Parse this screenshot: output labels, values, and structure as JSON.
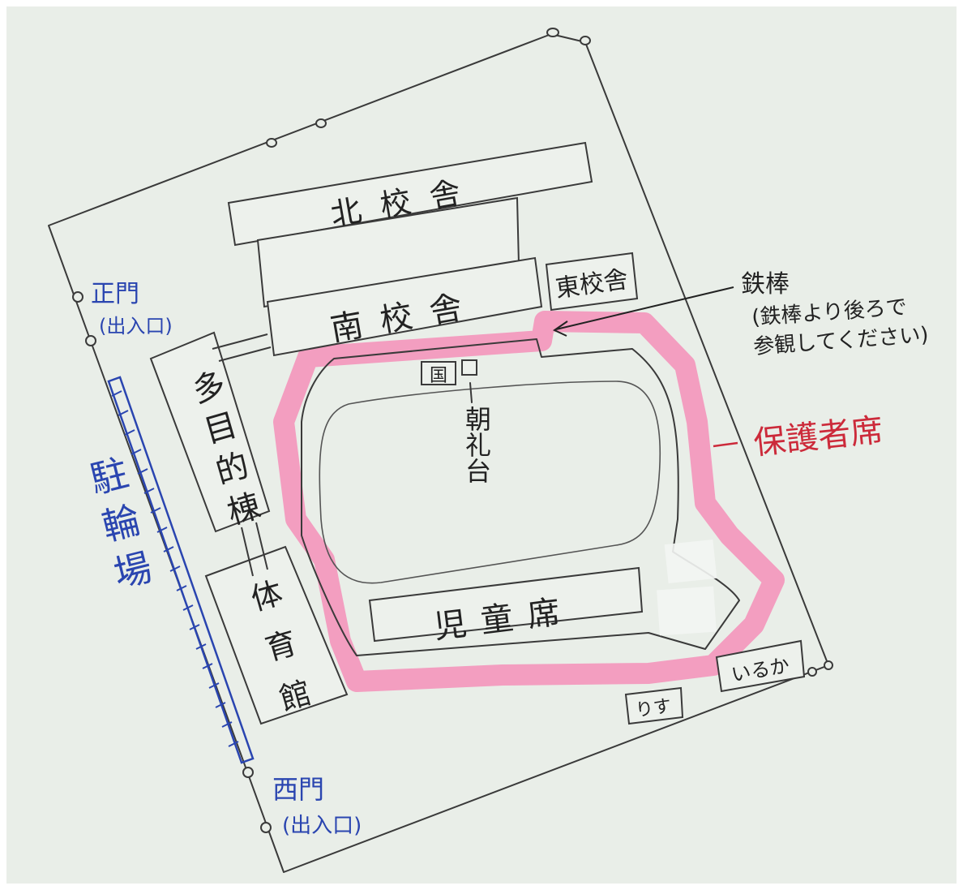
{
  "map": {
    "buildings": {
      "north": "北校舎",
      "south": "南校舎",
      "east": "東校舎",
      "multipurpose": "多目的棟",
      "gym": "体育館",
      "children_seats": "児童席",
      "dinosaur": "いるか",
      "squirrel": "りす",
      "podium_mark": "国",
      "podium": "朝礼台"
    },
    "gates": {
      "main": "正門",
      "main_note": "(出入口)",
      "west": "西門",
      "west_note": "(出入口)"
    },
    "parking": "駐輪場",
    "bar": {
      "title": "鉄棒",
      "note_line1": "(鉄棒より後ろで",
      "note_line2": "参観してください)"
    },
    "guardian_area": "保護者席",
    "colors": {
      "guardian_highlight": "#f58fb9",
      "parking_blue": "#2a45b0",
      "guardian_label": "#cc2a3a"
    }
  }
}
